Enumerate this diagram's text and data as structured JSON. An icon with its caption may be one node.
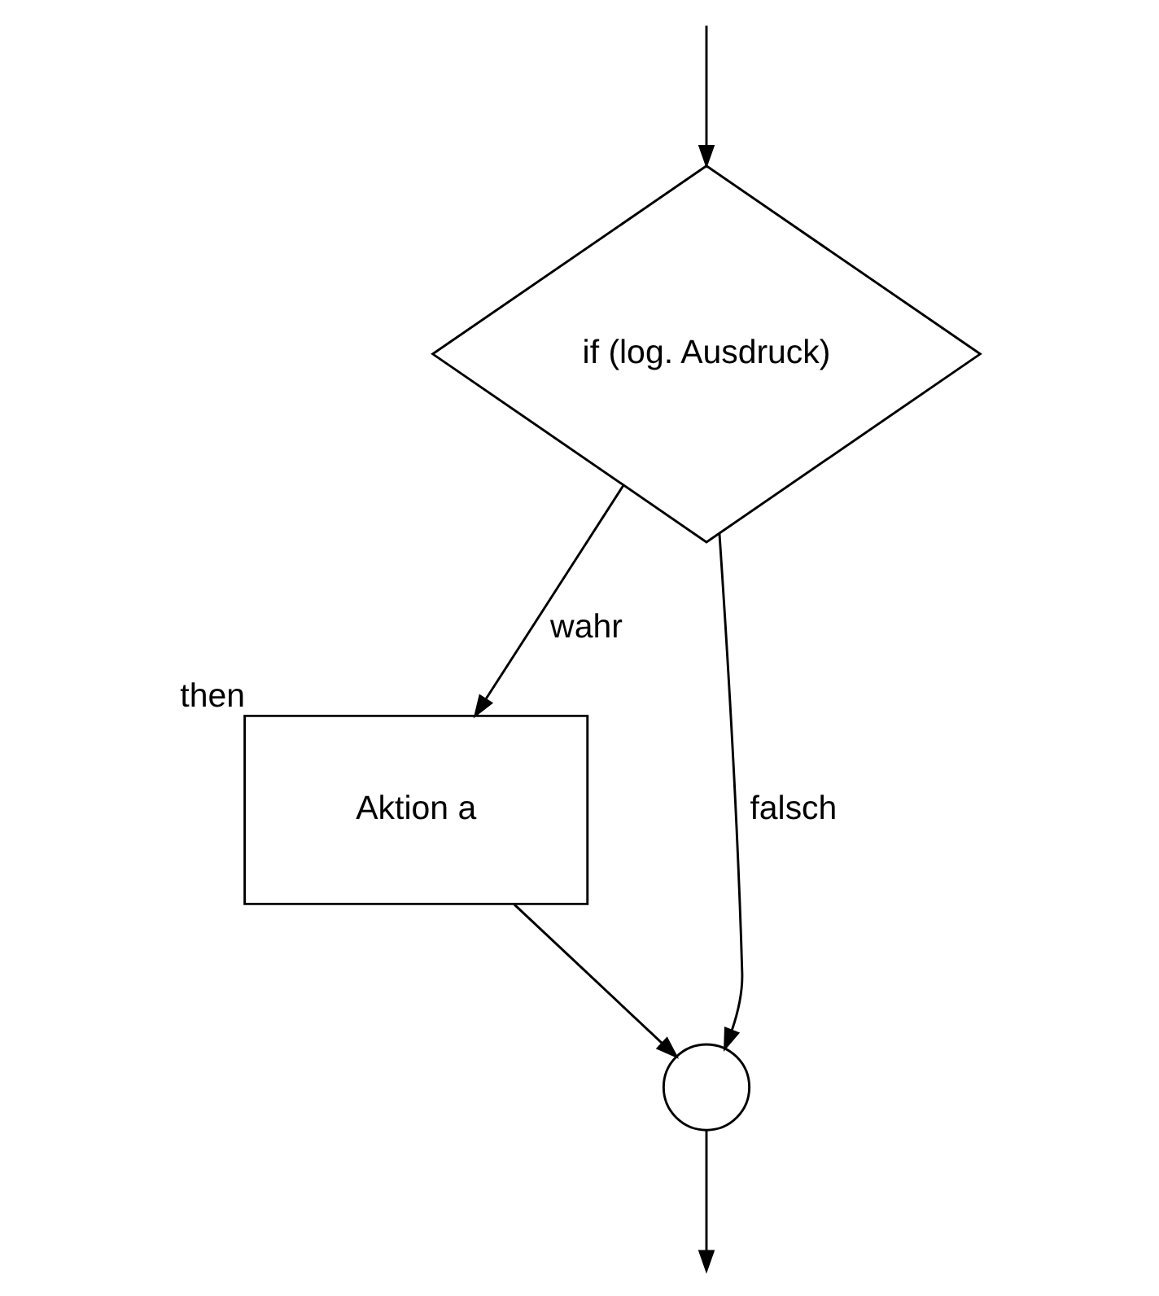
{
  "diagram": {
    "nodes": [
      {
        "text": [
          "if (log. Ausdruck)"
        ]
      },
      {
        "text": [
          "Aktion a"
        ],
        "beside": [
          "then"
        ]
      },
      {
        "text": [],
        "shape": "circle"
      }
    ],
    "edges": [
      {
        "from": null,
        "to": 0,
        "arrow": "to"
      },
      {
        "from": 0,
        "to": 1,
        "arrow": "to",
        "label": "wahr"
      },
      {
        "from": 0,
        "to": 2,
        "arrow": "to",
        "label": "falsch"
      },
      {
        "from": 1,
        "to": 2,
        "arrow": "to"
      },
      {
        "from": 2,
        "to": null,
        "arrow": "to"
      }
    ]
  }
}
